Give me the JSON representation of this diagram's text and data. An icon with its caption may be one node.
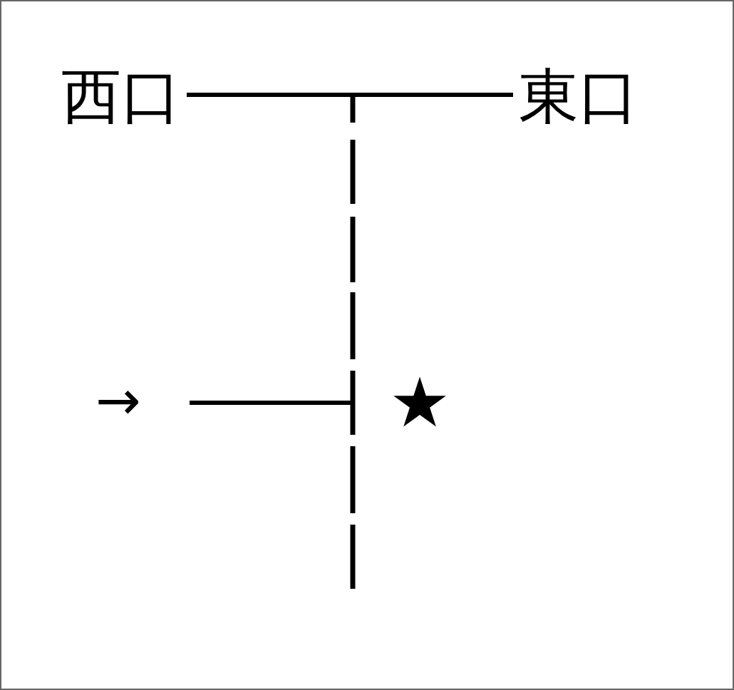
{
  "diagram": {
    "nodes": [
      {
        "text": [
          "西口"
        ]
      },
      {
        "text": [
          "東口"
        ]
      }
    ],
    "edges": [
      {
        "from": 0,
        "to": 1,
        "arrow": "none"
      }
    ],
    "labels": [
      "→",
      "★"
    ]
  }
}
